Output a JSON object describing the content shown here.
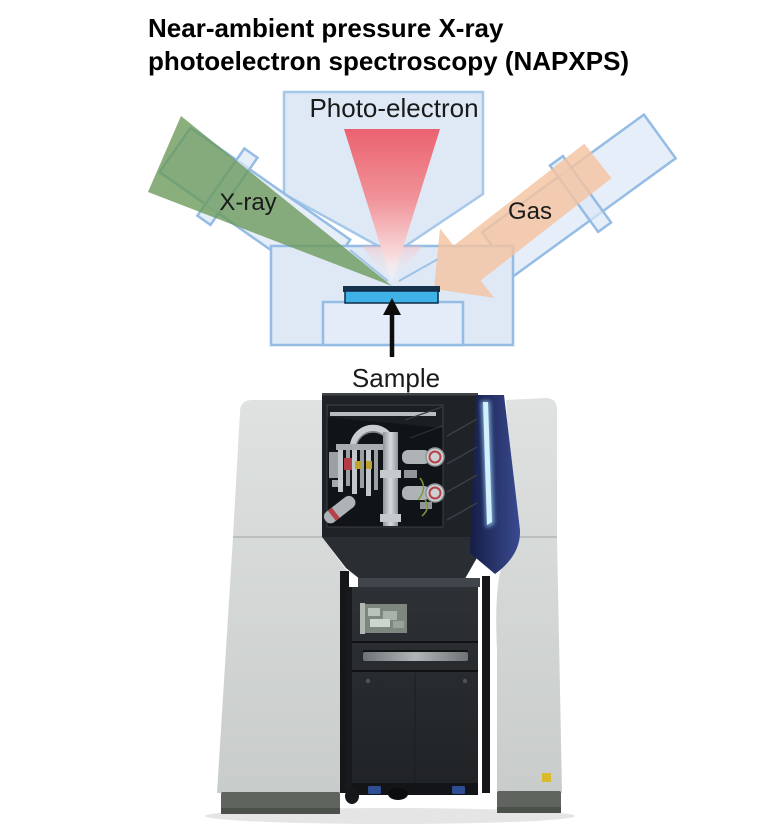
{
  "title": {
    "line1": "Near-ambient pressure X-ray",
    "line2": "photoelectron spectroscopy (NAPXPS)"
  },
  "diagram": {
    "photo_electron_label": "Photo-electron",
    "xray_label": "X-ray",
    "gas_label": "Gas",
    "sample_label": "Sample"
  },
  "colors": {
    "background": "#ffffff",
    "title_text": "#000000",
    "label_text": "#1a1a1a",
    "chamber_fill": "#dfe9f6",
    "port_fill": "#dce8f6",
    "chamber_stroke": "#94bce4",
    "column_stroke": "#a5c7e9",
    "aperture_line": "#9ec3e6",
    "xray_beam_green": "#699858",
    "cone_red_top": "#eb6270",
    "cone_red_mid": "#f09298",
    "cone_red_low": "#f8d7d9",
    "cone_red_tip": "#ffffff",
    "flare_pink": "#f5b9bd",
    "gas_arrow_orange": "#f4c3a1",
    "sample_cyan": "#3eb1e6",
    "sample_edge_dark": "#16324d",
    "pointer_black": "#0d0d0d",
    "machine_gray_top": "#dfe2e0",
    "machine_gray_bottom": "#c8ccca",
    "machine_dark_housing": "#1f2327",
    "machine_tower": "#26292c",
    "machine_navy_dark": "#141c44",
    "machine_navy_light": "#3b4c94",
    "machine_glow": "#d6effc",
    "machine_foot": "#60645f",
    "warning_yellow": "#d9bc2e"
  }
}
